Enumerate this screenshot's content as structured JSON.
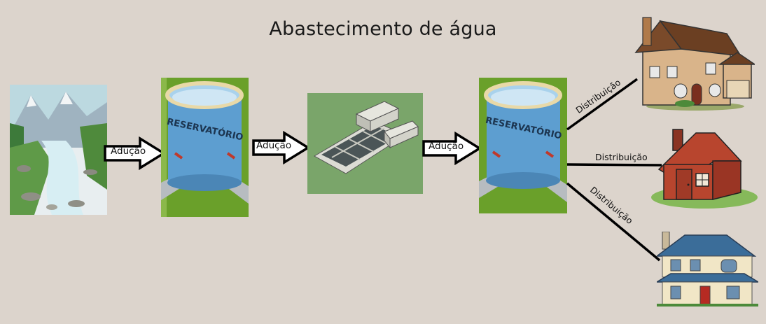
{
  "title": "Abastecimento de água",
  "arrows": [
    {
      "label": "Adução"
    },
    {
      "label": "Adução"
    },
    {
      "label": "Adução"
    }
  ],
  "reservoir_text": "RESERVATÓRIO",
  "distribution": [
    {
      "label": "Distribuição"
    },
    {
      "label": "Distribuição"
    },
    {
      "label": "Distribuição"
    }
  ],
  "colors": {
    "background": "#dcd4cc",
    "grass": "#6aa02a",
    "tank": "#5d9ed0",
    "treatment_bg": "#7aa56a"
  }
}
